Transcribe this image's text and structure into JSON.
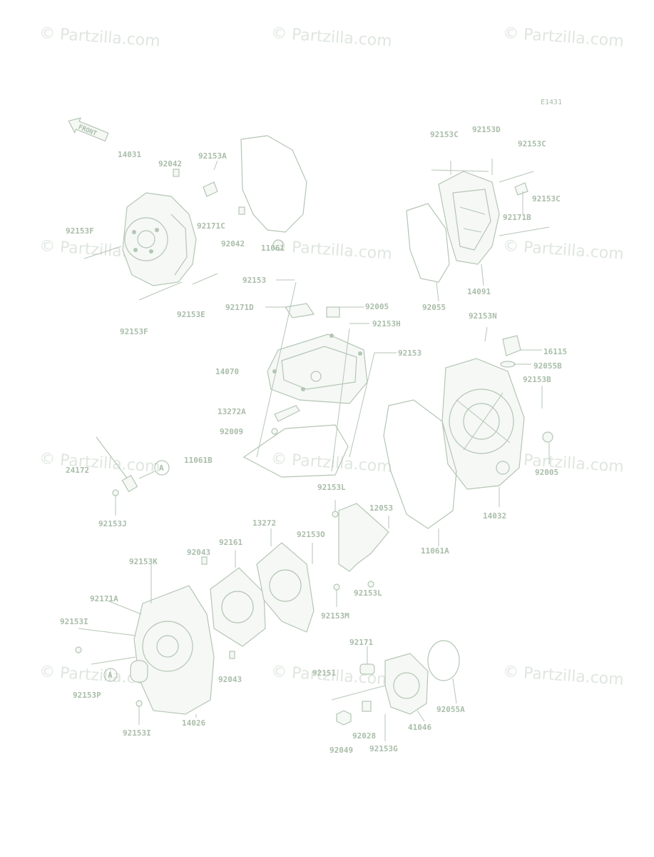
{
  "watermark": "© Partzilla.com",
  "diagram_code": "E1431",
  "front_label": "FRONT",
  "circle_label": "A",
  "labels": {
    "l14031": "14031",
    "l92042a": "92042",
    "l92153A": "92153A",
    "l92171C": "92171C",
    "l92042b": "92042",
    "l11061": "11061",
    "l92153F1": "92153F",
    "l92153F2": "92153F",
    "l92153E": "92153E",
    "l92153C1": "92153C",
    "l92153D": "92153D",
    "l92153C2": "92153C",
    "l92153C3": "92153C",
    "l92171B": "92171B",
    "l14091": "14091",
    "l92055": "92055",
    "l92153a": "92153",
    "l92171D": "92171D",
    "l92005a": "92005",
    "l92153H": "92153H",
    "l92153b": "92153",
    "l14070": "14070",
    "l13272A": "13272A",
    "l92009": "92009",
    "l11061B": "11061B",
    "l92153N": "92153N",
    "l16115": "16115",
    "l92055B": "92055B",
    "l92153B": "92153B",
    "l92005b": "92005",
    "l14032": "14032",
    "l11061A": "11061A",
    "l24172": "24172",
    "l92153J": "92153J",
    "l92153L1": "92153L",
    "l12053": "12053",
    "l92153O": "92153O",
    "l92153L2": "92153L",
    "l92153M": "92153M",
    "l13272": "13272",
    "l92161": "92161",
    "l92043a": "92043",
    "l92153K": "92153K",
    "l92171A": "92171A",
    "l92153I1": "92153I",
    "l92153P": "92153P",
    "l92153I2": "92153I",
    "l14026": "14026",
    "l92043b": "92043",
    "l92171": "92171",
    "l92151": "92151",
    "l92028": "92028",
    "l92049": "92049",
    "l92153G": "92153G",
    "l41046": "41046",
    "l92055A": "92055A"
  }
}
